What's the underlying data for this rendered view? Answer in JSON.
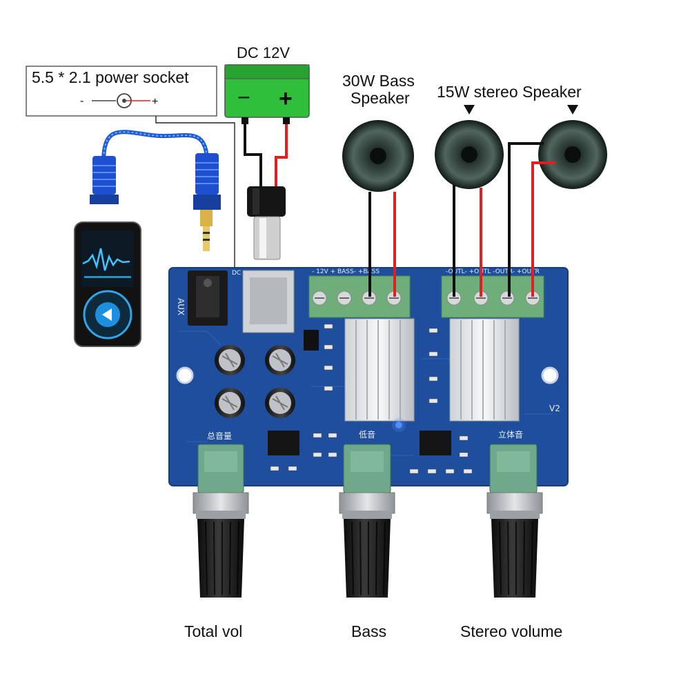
{
  "labels": {
    "power_socket": "5.5 * 2.1 power socket",
    "socket_minus": "-",
    "socket_plus": "+",
    "dc_title": "DC 12V",
    "battery_minus": "−",
    "battery_plus": "+",
    "bass_speaker_line1": "30W Bass",
    "bass_speaker_line2": "Speaker",
    "stereo_speaker": "15W stereo Speaker",
    "knob_total": "Total vol",
    "knob_bass": "Bass",
    "knob_stereo": "Stereo volume"
  },
  "board": {
    "aux_label": "AUX",
    "dc_label": "DC",
    "terminal_left": "-  12V  +  BASS-  +BASS",
    "terminal_right": "-OUTL-  +OUTL  -OUTR-  +OUTR",
    "version": "V2",
    "cn_total": "总音量",
    "cn_bass": "低音",
    "cn_stereo": "立体音"
  },
  "colors": {
    "pcb": "#1f4f9c",
    "battery": "#2fbf3a",
    "wire_red": "#e02020",
    "wire_black": "#111111",
    "terminal": "#6fae7a",
    "knob": "#1a1a1a"
  }
}
